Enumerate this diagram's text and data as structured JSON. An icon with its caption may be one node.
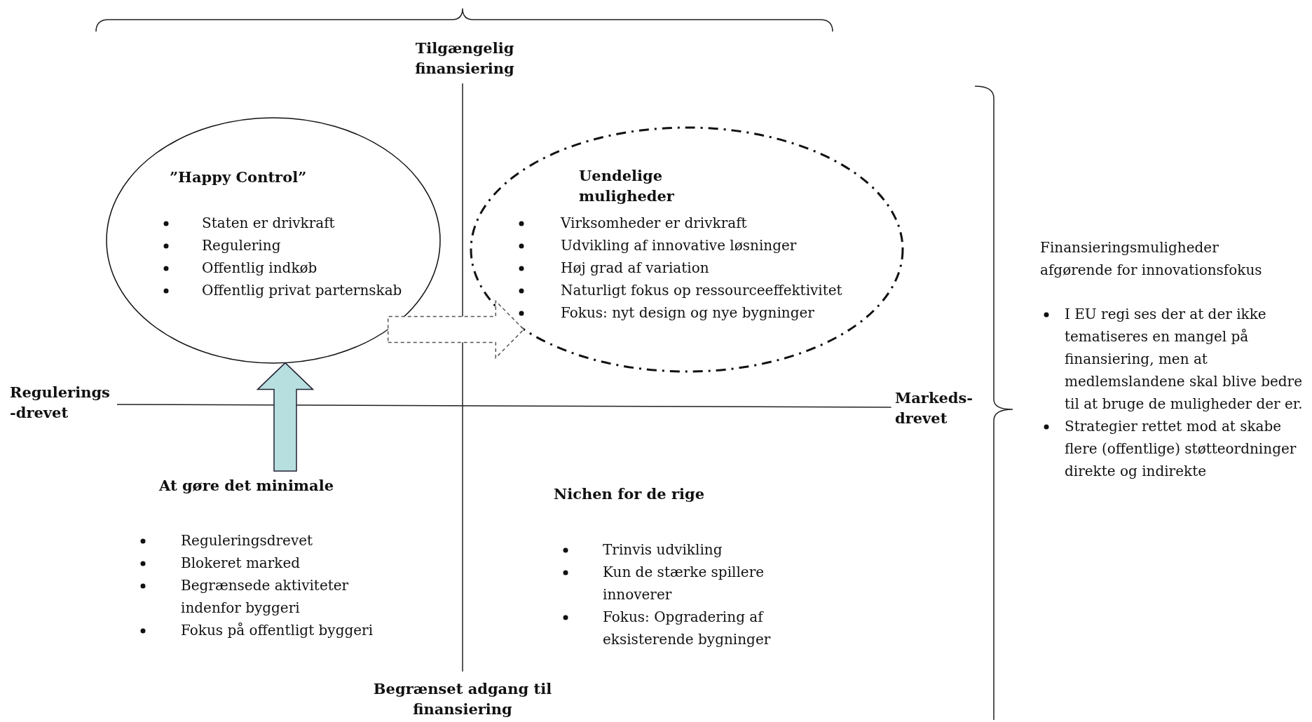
{
  "diagram": {
    "nodes": [
      {
        "text": [
          "”Happy Control”",
          "Staten er drivkraft",
          "Regulering",
          "Offentlig indkøb",
          "Offentlig privat parternskab"
        ]
      },
      {
        "text": [
          "Uendelige muligheder",
          "Virksomheder er drivkraft",
          "Udvikling af innovative løsninger",
          "Høj grad af variation",
          "Naturligt fokus op ressourceeffektivitet",
          "Fokus: nyt design og nye bygninger"
        ]
      },
      {
        "text": [
          "At gøre det minimale",
          "Reguleringsdrevet",
          "Blokeret marked",
          "Begrænsede aktiviteter indenfor byggeri",
          "Fokus på offentligt byggeri"
        ]
      }
    ],
    "edges": [
      {
        "from": 2,
        "to": 0,
        "arrow": "to",
        "color": "#b7dfe0"
      },
      {
        "from": 0,
        "to": 1,
        "arrow": "to",
        "style": "dashed"
      }
    ],
    "labels": [
      "Tilgængelig finansiering",
      "Regulerings -drevet",
      "Markeds- drevet",
      "Finansieringsmuligheder afgørende for innovationsfokus",
      "I EU regi ses der at der ikke tematiseres en mangel på finansiering, men at medlemslandene skal blive bedre til at bruge de muligheder der er.",
      "Strategier rettet mod at skabe flere (offentlige) støtteordninger direkte og indirekte",
      "Nichen for de rige",
      "Trinvis udvikling",
      "Kun de stærke spillere innoverer",
      "Fokus: Opgradering af eksisterende bygninger",
      "Begrænset adgang til finansiering"
    ]
  }
}
